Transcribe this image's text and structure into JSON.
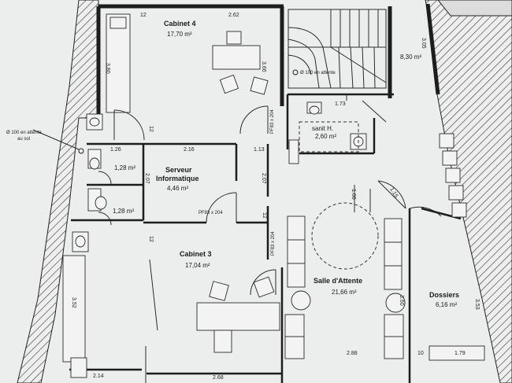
{
  "rooms": {
    "cabinet4": {
      "name": "Cabinet 4",
      "area": "17,70 m²"
    },
    "serveur": {
      "name_line1": "Serveur",
      "name_line2": "Informatique",
      "area": "4,46 m²"
    },
    "cabinet3": {
      "name": "Cabinet 3",
      "area": "17,04 m²"
    },
    "salle_attente": {
      "name": "Salle d'Attente",
      "area": "21,66 m²"
    },
    "dossiers": {
      "name": "Dossiers",
      "area": "6,16 m²"
    },
    "sanit": {
      "name": "sanit H.",
      "area": "2,60 m²"
    },
    "wc1": {
      "area": "1,28 m²"
    },
    "wc2": {
      "area": "1,28 m²"
    },
    "palier": {
      "area": "8,30 m²"
    }
  },
  "notes": {
    "attente_top": "Ø 100 en attente",
    "attente_sol_1": "Ø 100 en attente",
    "attente_sol_2": "au sol",
    "pf1": "PF83 x 204",
    "pf2": "PF83 x 204",
    "pf3": "PF83 x 204"
  },
  "dimensions": {
    "d262": "2.62",
    "d12a": "12",
    "d380": "3.80",
    "d366": "3.66",
    "d305": "3.05",
    "d173": "1.73",
    "d126": "1.26",
    "d216": "2.16",
    "d113": "1.13",
    "d207a": "2.07",
    "d207b": "2.07",
    "d100": "1.00",
    "d115": "1.15",
    "d352": "3.52",
    "d360": "3.60",
    "d288": "2.88",
    "d179": "1.79",
    "d214": "2.14",
    "d268": "2.68",
    "d353": "3.53",
    "d12b": "12",
    "d12c": "12",
    "d12d": "12",
    "d10": "10"
  }
}
